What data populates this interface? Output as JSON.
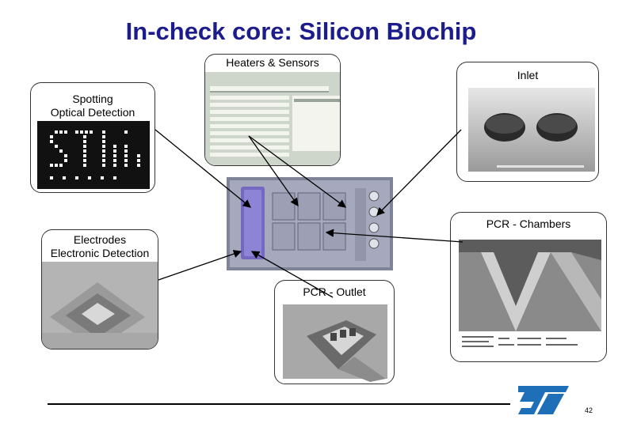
{
  "slide": {
    "title": "In-check core: Silicon Biochip",
    "page_number": "42"
  },
  "labels": {
    "heaters_sensors": "Heaters & Sensors",
    "inlet": "Inlet",
    "spotting_line1": "Spotting",
    "spotting_line2": "Optical Detection",
    "pcr_chambers": "PCR - Chambers",
    "electrodes_line1": "Electrodes",
    "electrodes_line2": "Electronic Detection",
    "pcr_outlet": "PCR - Outlet"
  },
  "colors": {
    "title": "#1c1c8c",
    "st_logo": "#1f6fb8",
    "chip_body": "#8c90a6",
    "chip_purple": "#7468c0"
  },
  "icons": [
    "st-logo"
  ]
}
